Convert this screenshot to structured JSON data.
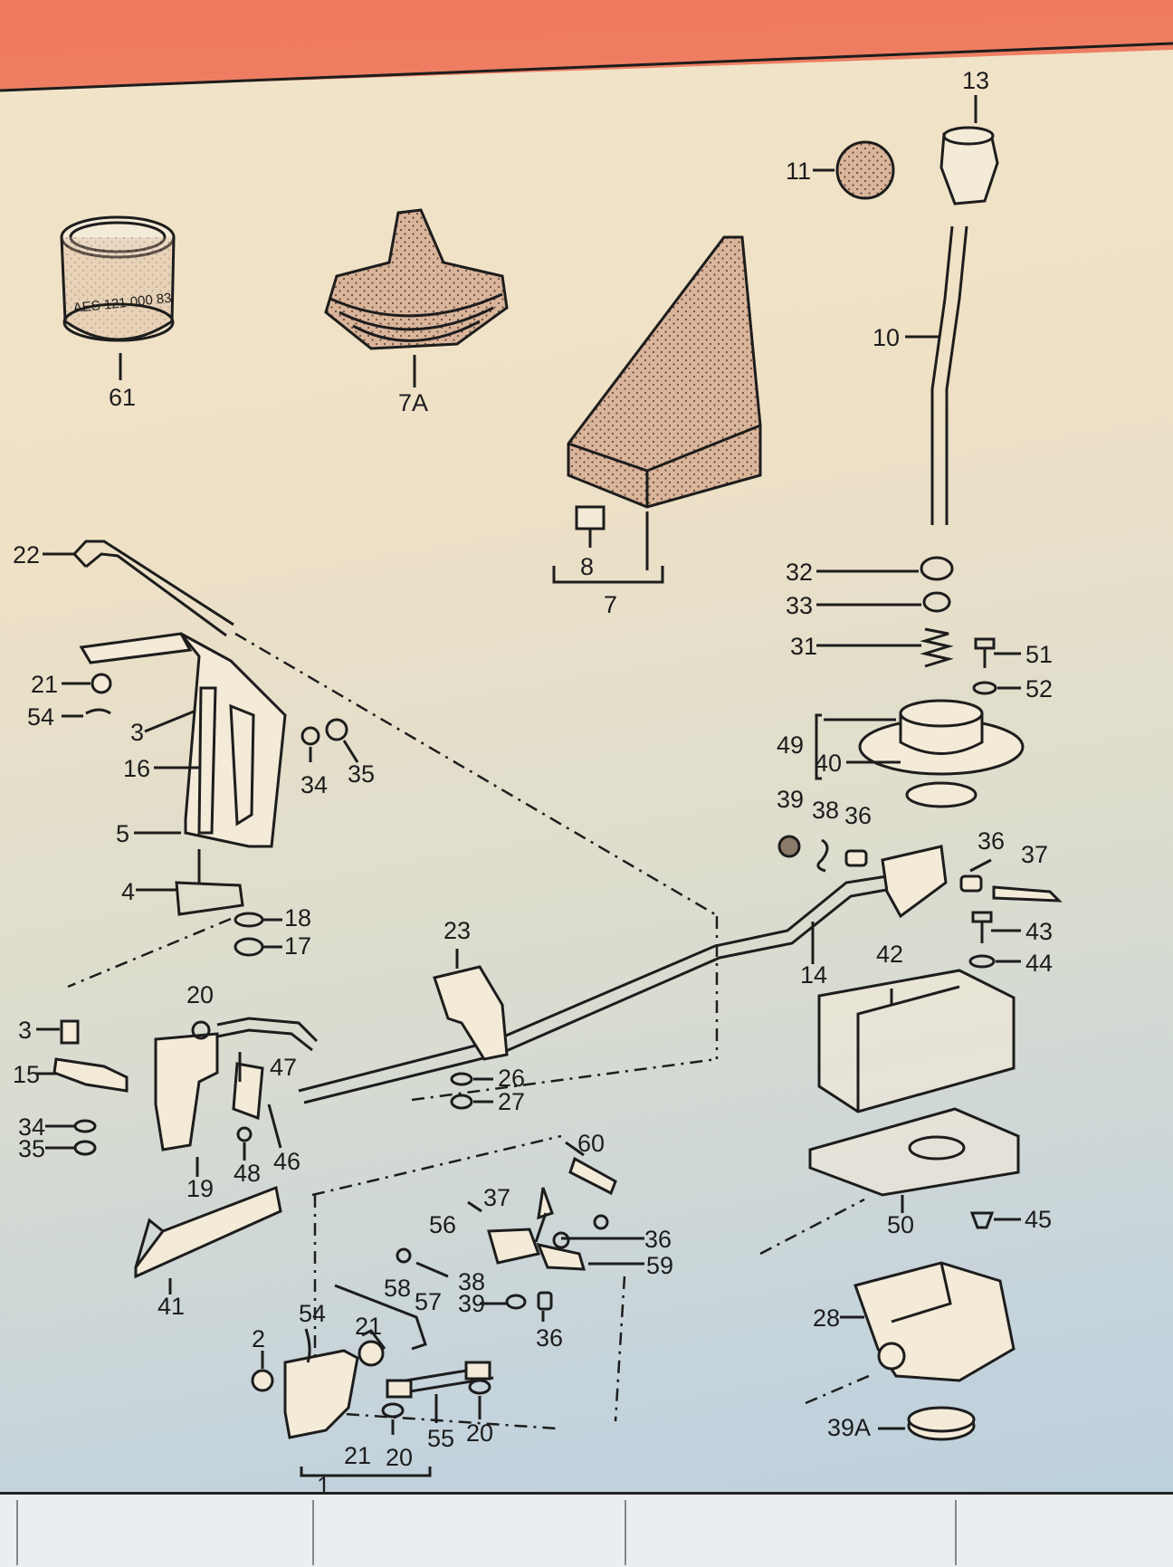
{
  "callouts": {
    "c1": "1",
    "c2": "2",
    "c3a": "3",
    "c3b": "3",
    "c4": "4",
    "c5": "5",
    "c7": "7",
    "c7A": "7A",
    "c8": "8",
    "c10": "10",
    "c11": "11",
    "c13": "13",
    "c14": "14",
    "c15": "15",
    "c16": "16",
    "c17": "17",
    "c18": "18",
    "c19": "19",
    "c20a": "20",
    "c20b": "20",
    "c20c": "20",
    "c21a": "21",
    "c21b": "21",
    "c21c": "21",
    "c22": "22",
    "c23": "23",
    "c26": "26",
    "c27": "27",
    "c28": "28",
    "c31": "31",
    "c32": "32",
    "c33": "33",
    "c34a": "34",
    "c34b": "34",
    "c35a": "35",
    "c35b": "35",
    "c36a": "36",
    "c36b": "36",
    "c36c": "36",
    "c36d": "36",
    "c37a": "37",
    "c37b": "37",
    "c38a": "38",
    "c38b": "38",
    "c39a": "39",
    "c39b": "39",
    "c39A": "39A",
    "c40": "40",
    "c41": "41",
    "c42": "42",
    "c43": "43",
    "c44": "44",
    "c45": "45",
    "c46": "46",
    "c47": "47",
    "c48": "48",
    "c49": "49",
    "c50": "50",
    "c51": "51",
    "c52": "52",
    "c54a": "54",
    "c54b": "54",
    "c55": "55",
    "c56": "56",
    "c57": "57",
    "c58": "58",
    "c59": "59",
    "c60": "60",
    "c61": "61"
  },
  "parts": {
    "ring_61_print": "AES 121 000 83"
  },
  "colors": {
    "ink": "#1d1d1d",
    "rubber_fill": "#d8b49a",
    "metal_fill": "#f3ead8",
    "header_red": "#ef7b5f"
  }
}
